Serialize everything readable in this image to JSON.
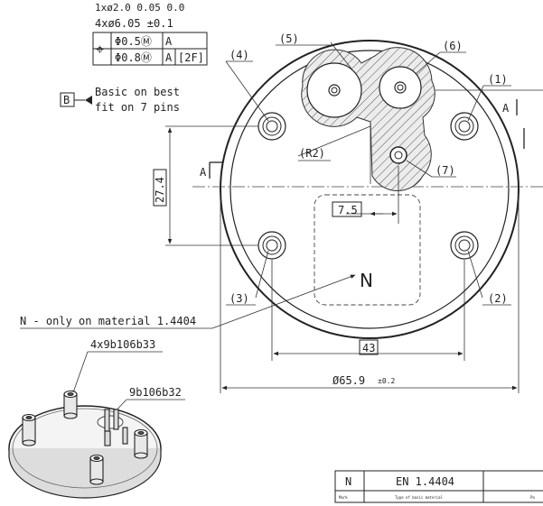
{
  "header": {
    "clipped_line": "1xø2.0  0.05  0.0",
    "spec": "4xø6.05 ±0.1"
  },
  "fcf": {
    "symbol": "⌖",
    "row1_tol": "Φ0.5Ⓜ",
    "row1_datum": "A",
    "row2_tol": "Φ0.8Ⓜ",
    "row2_datum": "A",
    "row2_note": "[2F]"
  },
  "datum_b": {
    "letter": "B",
    "note_line1": "Basic on best",
    "note_line2": "fit on 7 pins"
  },
  "callouts": {
    "c1": "(1)",
    "c2": "(2)",
    "c3": "(3)",
    "c4": "(4)",
    "c5": "(5)",
    "c6": "(6)",
    "c7": "(7)",
    "r2": "(R2)"
  },
  "datum_a": "A",
  "dims": {
    "d274": "27.4",
    "d75": "7.5",
    "d43": "43",
    "diameter": "Ø65.9",
    "diameter_tol": "±0.2"
  },
  "labels": {
    "n": "N",
    "n_note": "N - only on material 1.4404",
    "iso_label_1": "4x9b106b33",
    "iso_label_2": "9b106b32"
  },
  "title_block": {
    "mark": "N",
    "material": "EN 1.4404",
    "mark_caption": "Mark",
    "material_caption": "Type of basic material",
    "tail": "Pa"
  }
}
